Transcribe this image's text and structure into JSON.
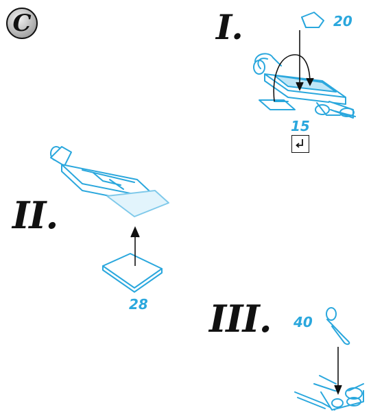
{
  "badge": {
    "letter": "C"
  },
  "steps": [
    {
      "label": "I."
    },
    {
      "label": "II."
    },
    {
      "label": "III."
    }
  ],
  "parts": {
    "step1_part": "20",
    "step1_screw": "15",
    "step2_part": "28",
    "step3_part": "40"
  },
  "icons": {
    "tighten": "tighten-arrow-icon"
  },
  "colors": {
    "part": "#2aa7dd",
    "part_fill": "#bfe6f7",
    "line": "#111111"
  }
}
